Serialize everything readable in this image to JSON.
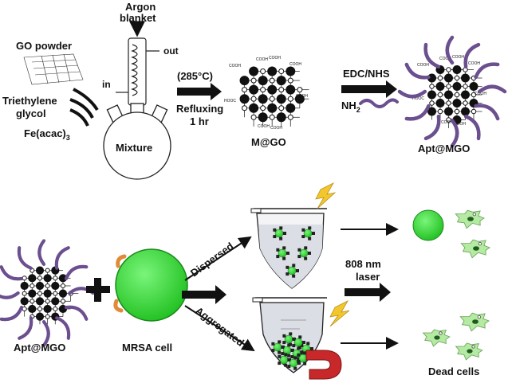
{
  "top_row": {
    "argon_line1": "Argon",
    "argon_line2": "blanket",
    "out_label": "out",
    "in_label": "in",
    "go_powder": "GO powder",
    "triethylene_line1": "Triethylene",
    "triethylene_line2": "glycol",
    "fe_acac": "Fe(acac)",
    "fe_acac_sub": "3",
    "mixture": "Mixture",
    "temperature": "(285°C)",
    "refluxing": "Refluxing",
    "duration": "1 hr",
    "mgo": "M@GO",
    "edc_nhs": "EDC/NHS",
    "nh2": "NH",
    "nh2_sub": "2",
    "apt_mgo": "Apt@MGO",
    "cooh": "COOH",
    "hooc": "HOOC"
  },
  "bottom_row": {
    "apt_mgo": "Apt@MGO",
    "mrsa_cell": "MRSA cell",
    "dispersed": "Dispersed",
    "aggregated": "Aggregated",
    "laser_line1": "808 nm",
    "laser_line2": "laser",
    "dead_cells": "Dead cells"
  },
  "colors": {
    "green": "#2cd32c",
    "dead_cell": "#b5eaa3",
    "purple": "#6b4f8e",
    "orange": "#e08a3a",
    "magnet_red": "#c8282a",
    "lightning": "#f3c72c"
  }
}
